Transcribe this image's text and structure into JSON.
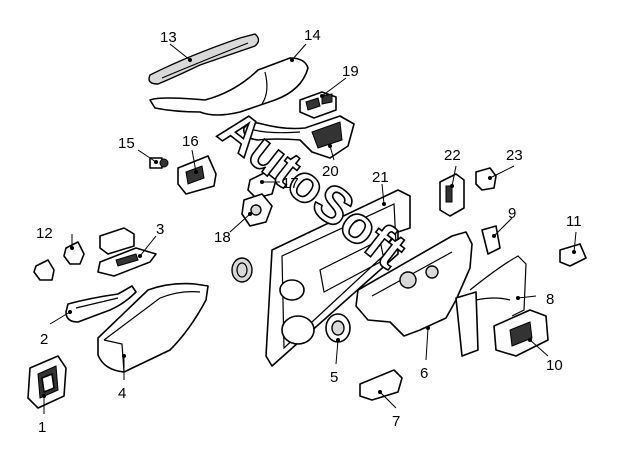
{
  "watermark": "AutoSoft",
  "callouts": [
    "1",
    "2",
    "3",
    "4",
    "5",
    "6",
    "7",
    "8",
    "9",
    "10",
    "11",
    "12",
    "13",
    "14",
    "15",
    "16",
    "17",
    "18",
    "19",
    "20",
    "21",
    "22",
    "23"
  ]
}
